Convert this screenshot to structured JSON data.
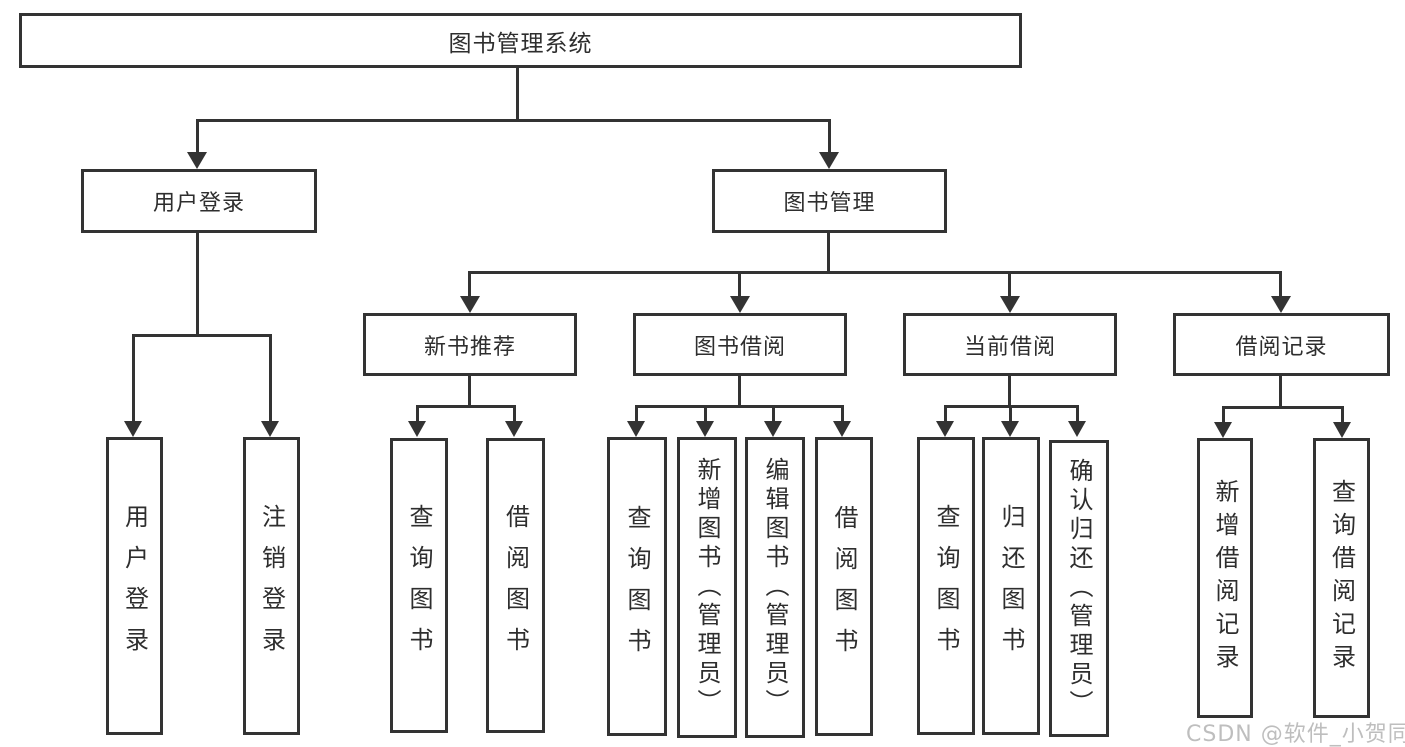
{
  "colors": {
    "line": "#333333",
    "text": "#2e2e2e",
    "background": "#ffffff",
    "watermark": "#b9b9b9"
  },
  "root": {
    "label": "图书管理系统"
  },
  "user_login": {
    "label": "用户登录",
    "children": [
      {
        "label": "用户登录"
      },
      {
        "label": "注销登录"
      }
    ]
  },
  "book_mgmt": {
    "label": "图书管理",
    "new_books": {
      "label": "新书推荐",
      "children": [
        {
          "label": "查询图书"
        },
        {
          "label": "借阅图书"
        }
      ]
    },
    "book_borrow": {
      "label": "图书借阅",
      "children": [
        {
          "label": "查询图书"
        },
        {
          "label": "新增图书（管理员）"
        },
        {
          "label": "编辑图书（管理员）"
        },
        {
          "label": "借阅图书"
        }
      ]
    },
    "current_borrow": {
      "label": "当前借阅",
      "children": [
        {
          "label": "查询图书"
        },
        {
          "label": "归还图书"
        },
        {
          "label": "确认归还（管理员）"
        }
      ]
    },
    "borrow_records": {
      "label": "借阅记录",
      "children": [
        {
          "label": "新增借阅记录"
        },
        {
          "label": "查询借阅记录"
        }
      ]
    }
  },
  "watermark": "CSDN @软件_小贺同学"
}
